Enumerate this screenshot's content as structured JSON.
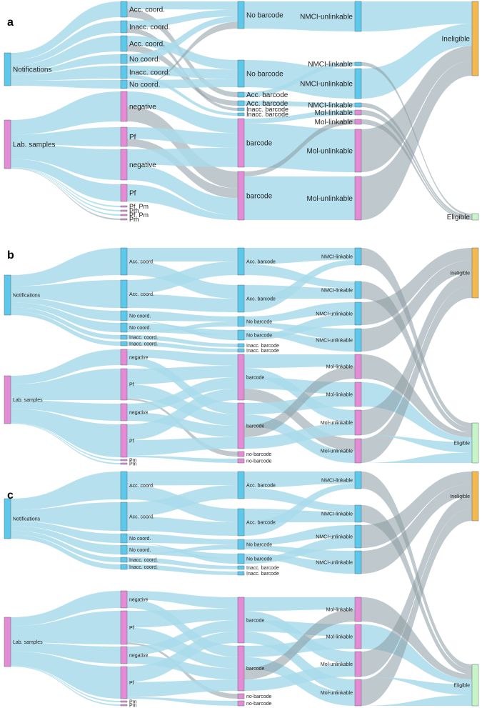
{
  "colors": {
    "link": "#a9dbea",
    "link_dark": "#8a9aa3",
    "notifications": "#5bc8ec",
    "lab": "#e58ad5",
    "ineligible": "#f4b84e",
    "eligible": "#c8f5c8",
    "node_stroke": "#5f6f77"
  },
  "panels": [
    {
      "letter": "a",
      "columns": [
        [
          {
            "id": "notif",
            "label": "Notifications",
            "color": "notifications"
          },
          {
            "id": "lab",
            "label": "Lab. samples",
            "color": "lab"
          }
        ],
        [
          {
            "id": "c1",
            "label": "Acc. coord.",
            "color": "notifications"
          },
          {
            "id": "c2",
            "label": "Inacc. coord.",
            "color": "notifications"
          },
          {
            "id": "c3",
            "label": "Acc. coord.",
            "color": "notifications"
          },
          {
            "id": "c4",
            "label": "No coord.",
            "color": "notifications"
          },
          {
            "id": "c5",
            "label": "Inacc. coord.",
            "color": "notifications"
          },
          {
            "id": "c6",
            "label": "No coord.",
            "color": "notifications"
          },
          {
            "id": "c7",
            "label": "negative",
            "color": "lab"
          },
          {
            "id": "c8",
            "label": "Pf",
            "color": "lab"
          },
          {
            "id": "c9",
            "label": "negative",
            "color": "lab"
          },
          {
            "id": "c10",
            "label": "Pf",
            "color": "lab"
          },
          {
            "id": "c11",
            "label": "Pf, Pm",
            "color": "lab"
          },
          {
            "id": "c12",
            "label": "Pm",
            "color": "lab"
          },
          {
            "id": "c13",
            "label": "Pf, Pm",
            "color": "lab"
          },
          {
            "id": "c14",
            "label": "Pm",
            "color": "lab"
          }
        ],
        [
          {
            "id": "b1",
            "label": "No barcode",
            "color": "notifications"
          },
          {
            "id": "b2",
            "label": "No barcode",
            "color": "notifications"
          },
          {
            "id": "b3",
            "label": "Acc. barcode",
            "color": "notifications"
          },
          {
            "id": "b4",
            "label": "Acc. barcode",
            "color": "notifications"
          },
          {
            "id": "b5",
            "label": "Inacc. barcode",
            "color": "notifications"
          },
          {
            "id": "b6",
            "label": "Inacc. barcode",
            "color": "notifications"
          },
          {
            "id": "b7",
            "label": "barcode",
            "color": "lab"
          },
          {
            "id": "b8",
            "label": "barcode",
            "color": "lab"
          }
        ],
        [
          {
            "id": "l1",
            "label": "NMCI-unlinkable",
            "color": "notifications"
          },
          {
            "id": "l2",
            "label": "NMCI-linkable",
            "color": "notifications"
          },
          {
            "id": "l3",
            "label": "NMCI-unlinkable",
            "color": "notifications"
          },
          {
            "id": "l4",
            "label": "NMCI-linkable",
            "color": "notifications"
          },
          {
            "id": "l5",
            "label": "Mol-linkable",
            "color": "lab"
          },
          {
            "id": "l6",
            "label": "Mol-linkable",
            "color": "lab"
          },
          {
            "id": "l7",
            "label": "Mol-unlinkable",
            "color": "lab"
          },
          {
            "id": "l8",
            "label": "Mol-unlinkable",
            "color": "lab"
          }
        ],
        [
          {
            "id": "inel",
            "label": "Ineligible",
            "color": "ineligible"
          },
          {
            "id": "elig",
            "label": "Eligible",
            "color": "eligible"
          }
        ]
      ]
    },
    {
      "letter": "b",
      "columns": [
        [
          {
            "id": "notif",
            "label": "Notifications",
            "color": "notifications"
          },
          {
            "id": "lab",
            "label": "Lab. samples",
            "color": "lab"
          }
        ],
        [
          {
            "id": "c1",
            "label": "Acc. coord.",
            "color": "notifications"
          },
          {
            "id": "c2",
            "label": "Acc. coord.",
            "color": "notifications"
          },
          {
            "id": "c3",
            "label": "No coord.",
            "color": "notifications"
          },
          {
            "id": "c4",
            "label": "No coord.",
            "color": "notifications"
          },
          {
            "id": "c5",
            "label": "Inacc. coord.",
            "color": "notifications"
          },
          {
            "id": "c6",
            "label": "Inacc. coord.",
            "color": "notifications"
          },
          {
            "id": "c7",
            "label": "negative",
            "color": "lab"
          },
          {
            "id": "c8",
            "label": "Pf",
            "color": "lab"
          },
          {
            "id": "c9",
            "label": "negative",
            "color": "lab"
          },
          {
            "id": "c10",
            "label": "Pf",
            "color": "lab"
          },
          {
            "id": "c11",
            "label": "Pm",
            "color": "lab"
          },
          {
            "id": "c12",
            "label": "Pm",
            "color": "lab"
          }
        ],
        [
          {
            "id": "b1",
            "label": "Acc. barcode",
            "color": "notifications"
          },
          {
            "id": "b2",
            "label": "Acc. barcode",
            "color": "notifications"
          },
          {
            "id": "b3",
            "label": "No barcode",
            "color": "notifications"
          },
          {
            "id": "b4",
            "label": "No barcode",
            "color": "notifications"
          },
          {
            "id": "b5",
            "label": "Inacc. barcode",
            "color": "notifications"
          },
          {
            "id": "b6",
            "label": "Inacc. barcode",
            "color": "notifications"
          },
          {
            "id": "b7",
            "label": "barcode",
            "color": "lab"
          },
          {
            "id": "b8",
            "label": "barcode",
            "color": "lab"
          },
          {
            "id": "b9",
            "label": "no-barcode",
            "color": "lab"
          },
          {
            "id": "b10",
            "label": "no-barcode",
            "color": "lab"
          }
        ],
        [
          {
            "id": "l1",
            "label": "NMCI-linkable",
            "color": "notifications"
          },
          {
            "id": "l2",
            "label": "NMCI-linkable",
            "color": "notifications"
          },
          {
            "id": "l3",
            "label": "NMCI-unlinkable",
            "color": "notifications"
          },
          {
            "id": "l4",
            "label": "NMCI-unlinkable",
            "color": "notifications"
          },
          {
            "id": "l5",
            "label": "Mol-linkable",
            "color": "lab"
          },
          {
            "id": "l6",
            "label": "Mol-linkable",
            "color": "lab"
          },
          {
            "id": "l7",
            "label": "Mol-unlinkable",
            "color": "lab"
          },
          {
            "id": "l8",
            "label": "Mol-unlinkable",
            "color": "lab"
          }
        ],
        [
          {
            "id": "inel",
            "label": "Ineligible",
            "color": "ineligible"
          },
          {
            "id": "elig",
            "label": "Eligible",
            "color": "eligible"
          }
        ]
      ]
    },
    {
      "letter": "c",
      "columns": [
        [
          {
            "id": "notif",
            "label": "Notifications",
            "color": "notifications"
          },
          {
            "id": "lab",
            "label": "Lab. samples",
            "color": "lab"
          }
        ],
        [
          {
            "id": "c1",
            "label": "Acc. coord.",
            "color": "notifications"
          },
          {
            "id": "c2",
            "label": "Acc. coord.",
            "color": "notifications"
          },
          {
            "id": "c3",
            "label": "No coord.",
            "color": "notifications"
          },
          {
            "id": "c4",
            "label": "No coord.",
            "color": "notifications"
          },
          {
            "id": "c5",
            "label": "Inacc. coord.",
            "color": "notifications"
          },
          {
            "id": "c6",
            "label": "Inacc. coord.",
            "color": "notifications"
          },
          {
            "id": "c7",
            "label": "negative",
            "color": "lab"
          },
          {
            "id": "c8",
            "label": "Pf",
            "color": "lab"
          },
          {
            "id": "c9",
            "label": "negative",
            "color": "lab"
          },
          {
            "id": "c10",
            "label": "Pf",
            "color": "lab"
          },
          {
            "id": "c11",
            "label": "Pm",
            "color": "lab"
          },
          {
            "id": "c12",
            "label": "Pm",
            "color": "lab"
          }
        ],
        [
          {
            "id": "b1",
            "label": "Acc. barcode",
            "color": "notifications"
          },
          {
            "id": "b2",
            "label": "Acc. barcode",
            "color": "notifications"
          },
          {
            "id": "b3",
            "label": "No barcode",
            "color": "notifications"
          },
          {
            "id": "b4",
            "label": "No barcode",
            "color": "notifications"
          },
          {
            "id": "b5",
            "label": "Inacc. barcode",
            "color": "notifications"
          },
          {
            "id": "b6",
            "label": "Inacc. barcode",
            "color": "notifications"
          },
          {
            "id": "b7",
            "label": "barcode",
            "color": "lab"
          },
          {
            "id": "b8",
            "label": "barcode",
            "color": "lab"
          },
          {
            "id": "b9",
            "label": "no-barcode",
            "color": "lab"
          },
          {
            "id": "b10",
            "label": "no-barcode",
            "color": "lab"
          }
        ],
        [
          {
            "id": "l1",
            "label": "NMCI-linkable",
            "color": "notifications"
          },
          {
            "id": "l2",
            "label": "NMCI-linkable",
            "color": "notifications"
          },
          {
            "id": "l3",
            "label": "NMCI-unlinkable",
            "color": "notifications"
          },
          {
            "id": "l4",
            "label": "NMCI-unlinkable",
            "color": "notifications"
          },
          {
            "id": "l5",
            "label": "Mol-linkable",
            "color": "lab"
          },
          {
            "id": "l6",
            "label": "Mol-linkable",
            "color": "lab"
          },
          {
            "id": "l7",
            "label": "Mol-unlinkable",
            "color": "lab"
          },
          {
            "id": "l8",
            "label": "Mol-unlinkable",
            "color": "lab"
          }
        ],
        [
          {
            "id": "inel",
            "label": "Ineligible",
            "color": "ineligible"
          },
          {
            "id": "elig",
            "label": "Eligible",
            "color": "eligible"
          }
        ]
      ]
    }
  ]
}
